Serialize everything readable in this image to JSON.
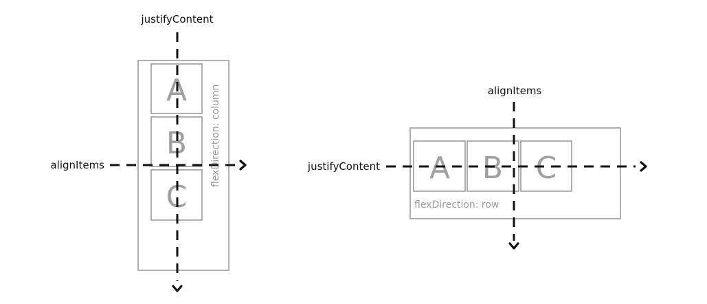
{
  "column_diagram": {
    "main_axis_label": "justifyContent",
    "cross_axis_label": "alignItems",
    "direction_label": "flexDirection: column",
    "items": [
      "A",
      "B",
      "C"
    ]
  },
  "row_diagram": {
    "main_axis_label": "justifyContent",
    "cross_axis_label": "alignItems",
    "direction_label": "flexDirection: row",
    "items": [
      "A",
      "B",
      "C"
    ]
  }
}
